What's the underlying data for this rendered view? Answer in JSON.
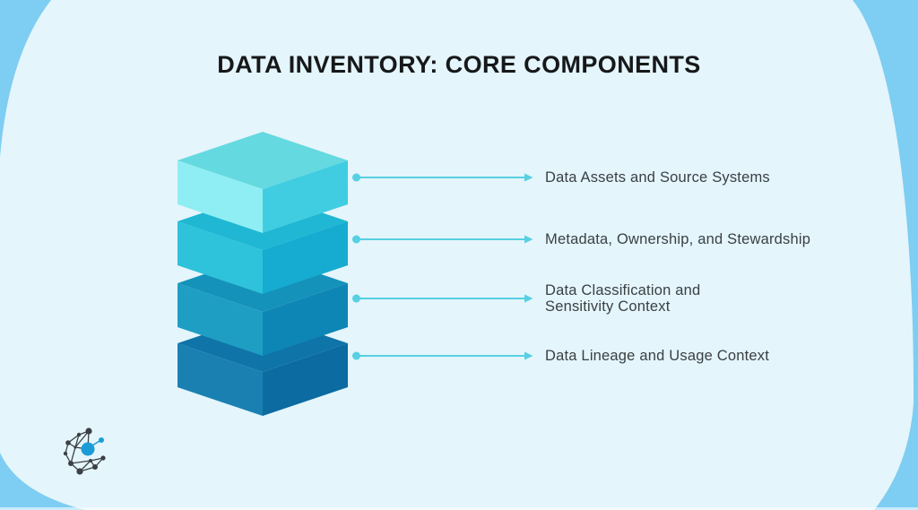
{
  "title": "DATA INVENTORY: CORE COMPONENTS",
  "colors": {
    "canvas_bg": "#7ECDF2",
    "blob_bg": "#E4F5FB",
    "arrow": "#57D0E2",
    "title_text": "#16181A",
    "label_text": "#3A4045",
    "logo_blue": "#1B9CD8",
    "logo_dark": "#3B4045"
  },
  "layers": [
    {
      "name": "layer-1-top-tier",
      "top": "#64D9E0",
      "left": "#8FEEF3",
      "right": "#41CDE1"
    },
    {
      "name": "layer-2-second-tier",
      "top": "#1FB7D3",
      "left": "#2EC2DB",
      "right": "#16ABD1"
    },
    {
      "name": "layer-3-third-tier",
      "top": "#1492BA",
      "left": "#1F9EC3",
      "right": "#0E86B5"
    },
    {
      "name": "layer-4-bottom-tier",
      "top": "#0F74A8",
      "left": "#1A80B2",
      "right": "#0C6BA1"
    }
  ],
  "rows": [
    {
      "label": "Data Assets and Source Systems",
      "label2": ""
    },
    {
      "label": "Metadata, Ownership, and Stewardship",
      "label2": ""
    },
    {
      "label": "Data Classification and",
      "label2": "Sensitivity Context"
    },
    {
      "label": "Data Lineage and Usage Context",
      "label2": ""
    }
  ]
}
